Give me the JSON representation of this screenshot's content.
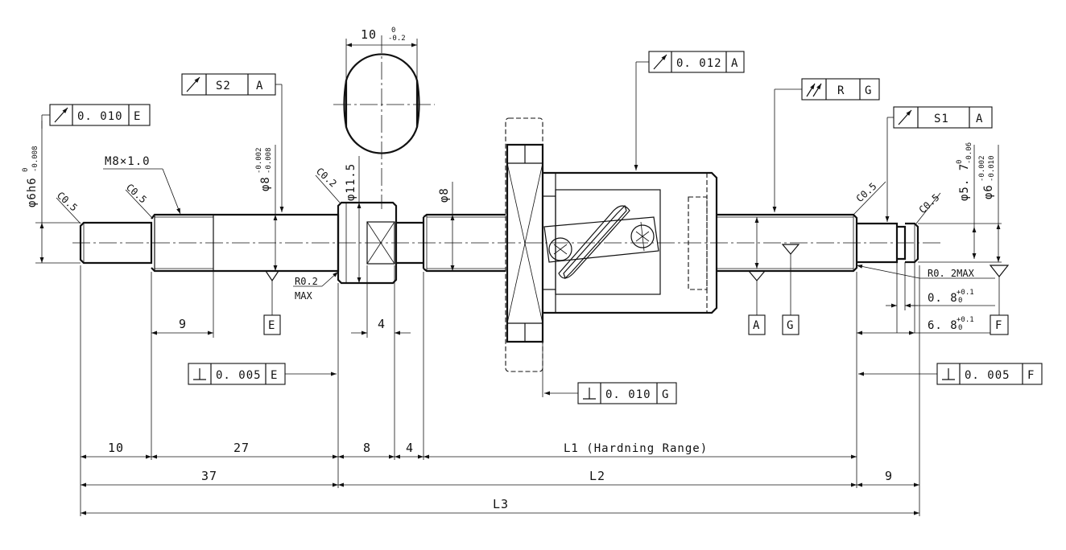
{
  "frames": {
    "runout_e": {
      "symbol": "runout-icon",
      "value": "0. 010",
      "datum": "E"
    },
    "runout_s2": {
      "symbol": "runout-icon",
      "value": "S2",
      "datum": "A"
    },
    "runout_top": {
      "symbol": "runout-icon",
      "value": "0. 012",
      "datum": "A"
    },
    "total_runout": {
      "symbol": "total-runout-icon",
      "value": "R",
      "datum": "G"
    },
    "runout_s1": {
      "symbol": "runout-icon",
      "value": "S1",
      "datum": "A"
    },
    "perp_left": {
      "symbol": "perpendicularity-icon",
      "value": "0. 005",
      "datum": "E"
    },
    "perp_flange": {
      "symbol": "perpendicularity-icon",
      "value": "0. 010",
      "datum": "G"
    },
    "perp_right": {
      "symbol": "perpendicularity-icon",
      "value": "0. 005",
      "datum": "F"
    }
  },
  "datums": [
    "E",
    "A",
    "G",
    "F"
  ],
  "labels": {
    "thread": "M8×1.0",
    "dia_h6": "φ6h6",
    "dia_h6_tol_upper": "0",
    "dia_h6_tol_lower": "-0.008",
    "dia_8": "φ8",
    "dia_8_tol_upper": "-0.002",
    "dia_8_tol_lower": "-0.008",
    "dia_11_5": "φ11.5",
    "dia_8_plain": "φ8",
    "dia_5_7": "φ5. 7",
    "dia_5_7_tol_upper": "0",
    "dia_5_7_tol_lower": "-0.06",
    "dia_6": "φ6",
    "dia_6_tol_upper": "-0.002",
    "dia_6_tol_lower": "-0.010",
    "flat_width": "10",
    "flat_tol_upper": "0",
    "flat_tol_lower": "-0.2",
    "c05_a": "C0.5",
    "c05_b": "C0.5",
    "c02": "C0.2",
    "c05_c": "C0.5",
    "c05_d": "C0.5",
    "r02": "R0.2",
    "max": "MAX",
    "r02max": "R0. 2MAX",
    "groove_1": "0. 8",
    "groove_1_tol_upper": "+0.1",
    "groove_1_tol_lower": "0",
    "groove_2": "6. 8",
    "groove_2_tol_upper": "+0.1",
    "groove_2_tol_lower": "0"
  },
  "dimensions": {
    "d9_left": "9",
    "d4_flat": "4",
    "d10": "10",
    "d27": "27",
    "d8": "8",
    "d4": "4",
    "l1": "L1 (Hardning Range)",
    "d37": "37",
    "l2": "L2",
    "d9_right": "9",
    "l3": "L3"
  }
}
